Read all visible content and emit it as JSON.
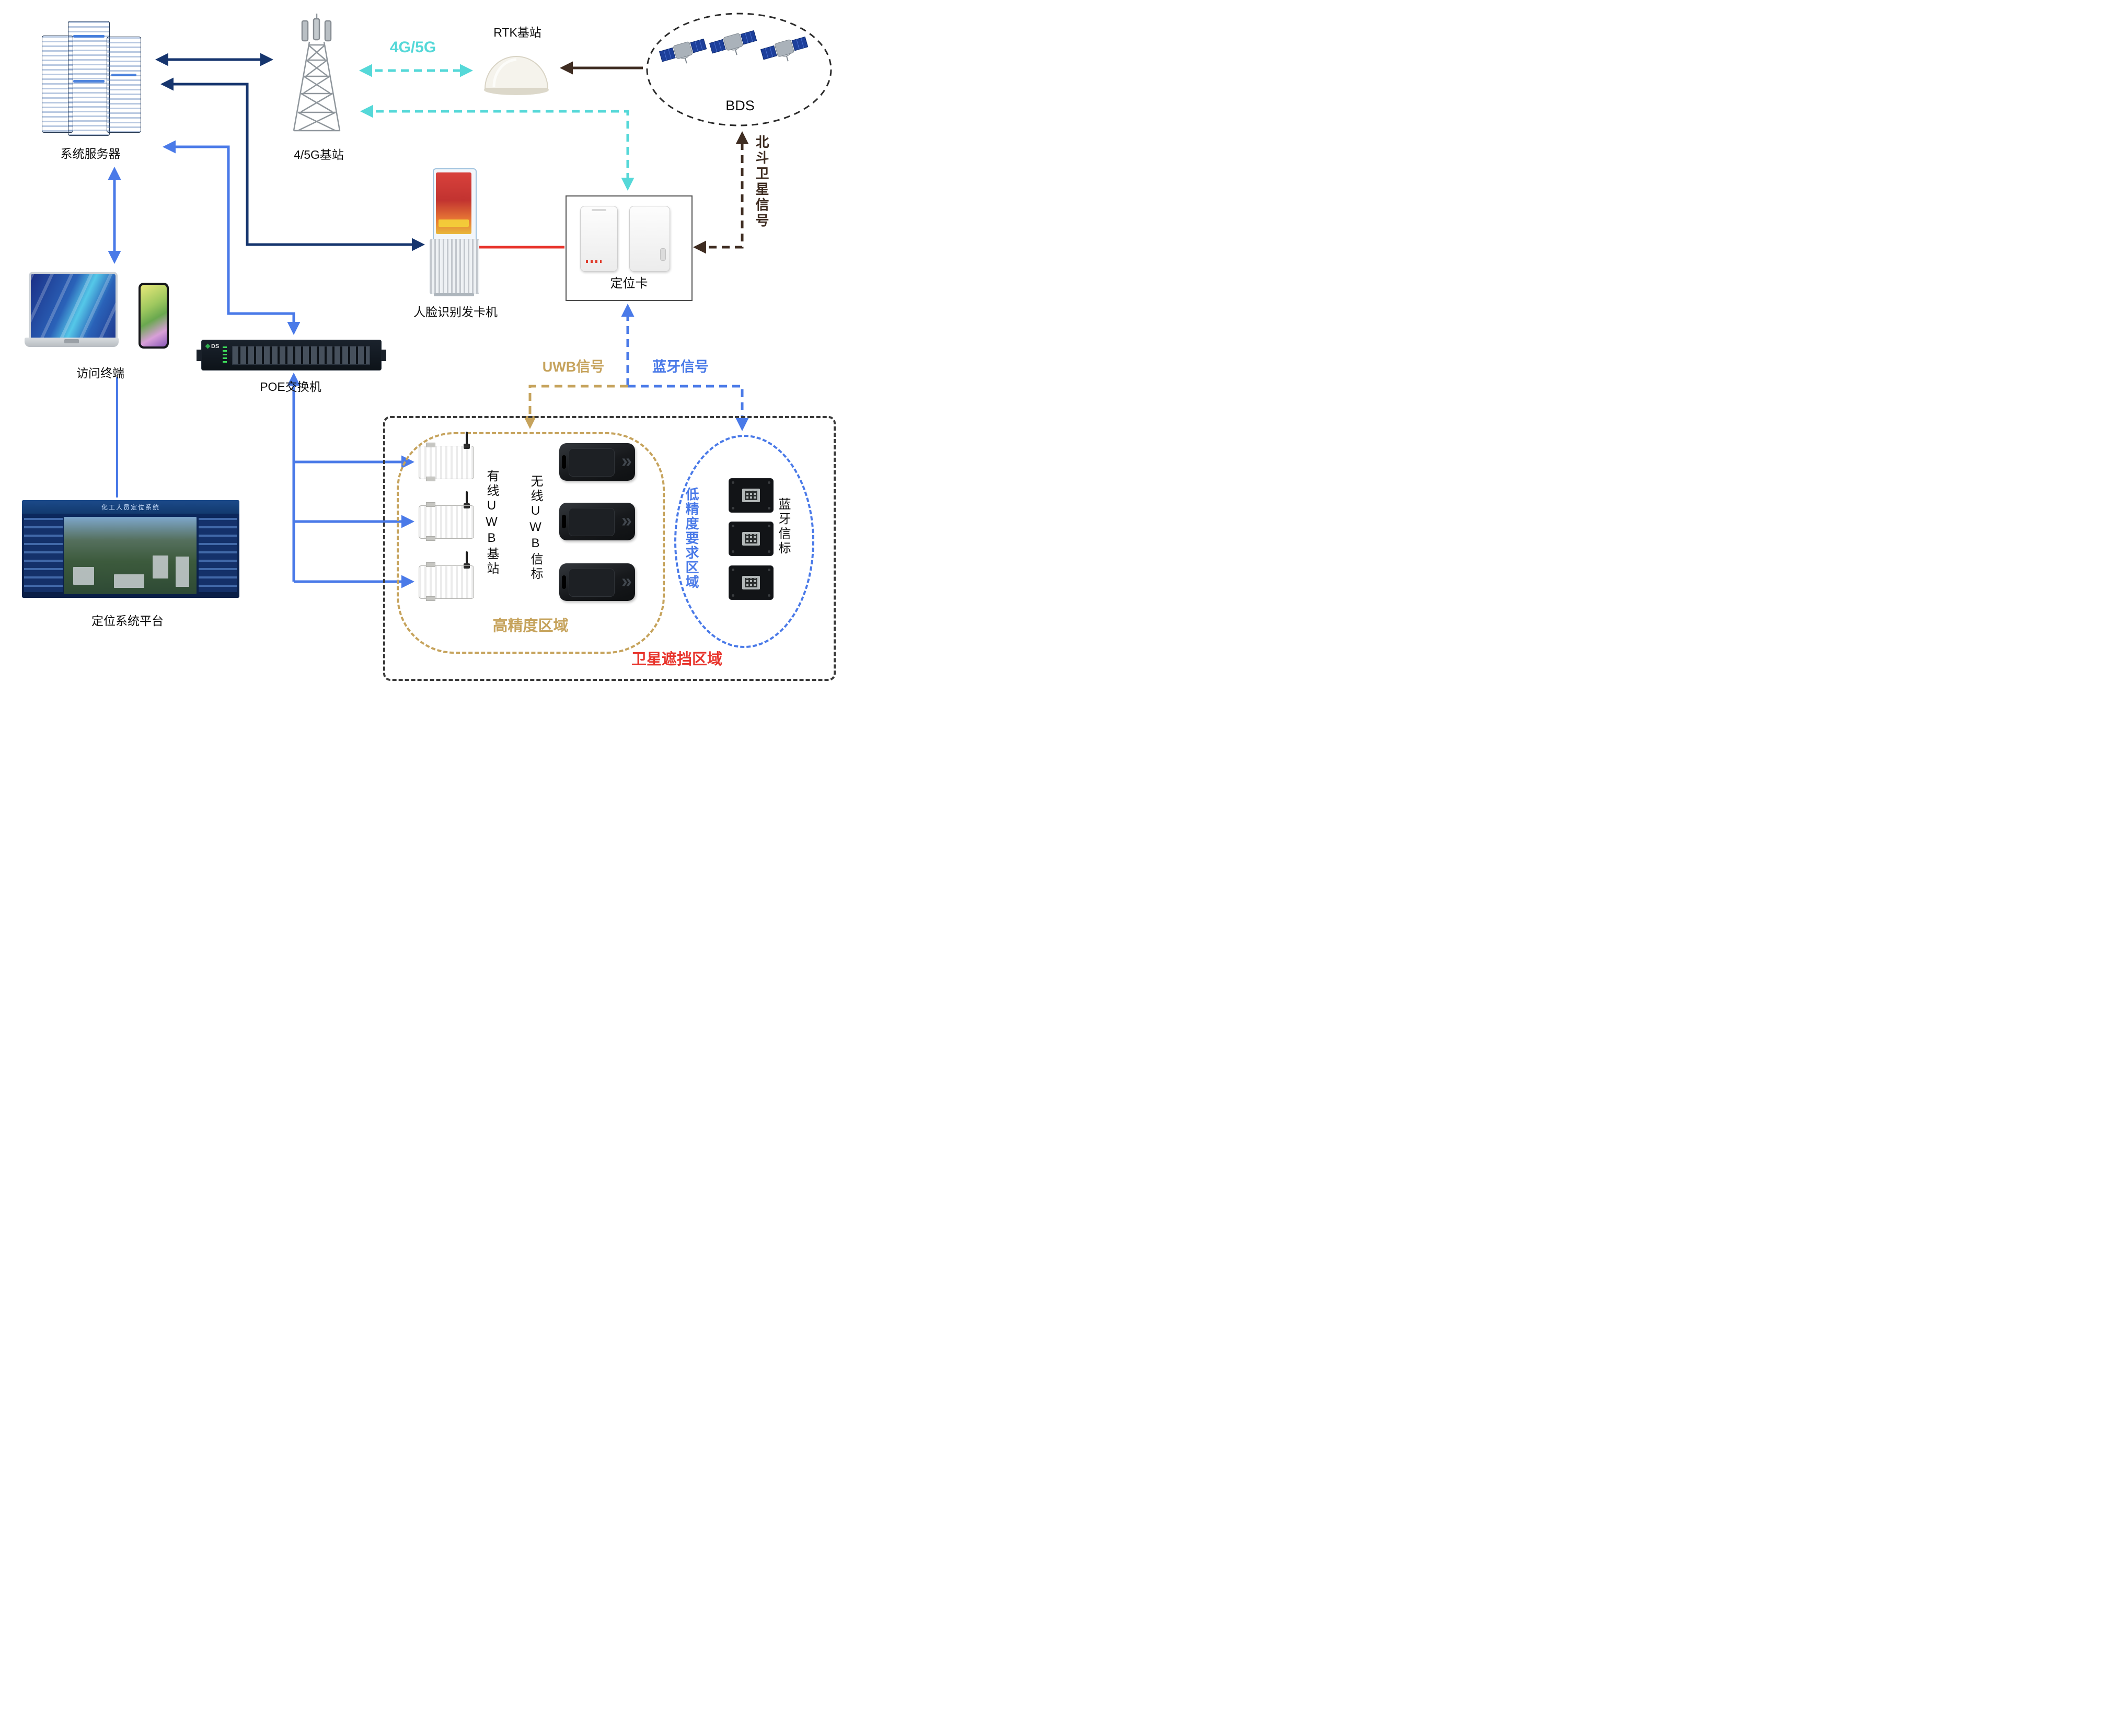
{
  "nodes": {
    "server": {
      "label": "系统服务器"
    },
    "tower": {
      "label": "4/5G基站"
    },
    "rtk": {
      "label": "RTK基站"
    },
    "bds": {
      "label": "BDS"
    },
    "kiosk": {
      "label": "人脸识别发卡机"
    },
    "card": {
      "label": "定位卡"
    },
    "terminal": {
      "label": "访问终端"
    },
    "poe": {
      "label": "POE交换机",
      "logo": "DS"
    },
    "platform": {
      "label": "定位系统平台",
      "screen_title": "化工人员定位系统"
    },
    "wired_uwb": {
      "label": "有线UWB基站"
    },
    "wireless_uwb": {
      "label": "无线UWB信标"
    },
    "bt_beacon": {
      "label": "蓝牙信标"
    }
  },
  "signals": {
    "g45": "4G/5G",
    "beidou": "北斗卫星信号",
    "uwb": "UWB信号",
    "bluetooth": "蓝牙信号"
  },
  "regions": {
    "high_precision": "高精度区域",
    "low_precision": "低精度要求区域",
    "satellite_blocked": "卫星遮挡区域"
  },
  "colors": {
    "navy": "#16356e",
    "blue": "#4a7ae8",
    "cyan": "#55d8d8",
    "tan": "#c6a35c",
    "brown": "#3f2d22",
    "red": "#e8342c",
    "region_border": "#3a3a3a"
  }
}
